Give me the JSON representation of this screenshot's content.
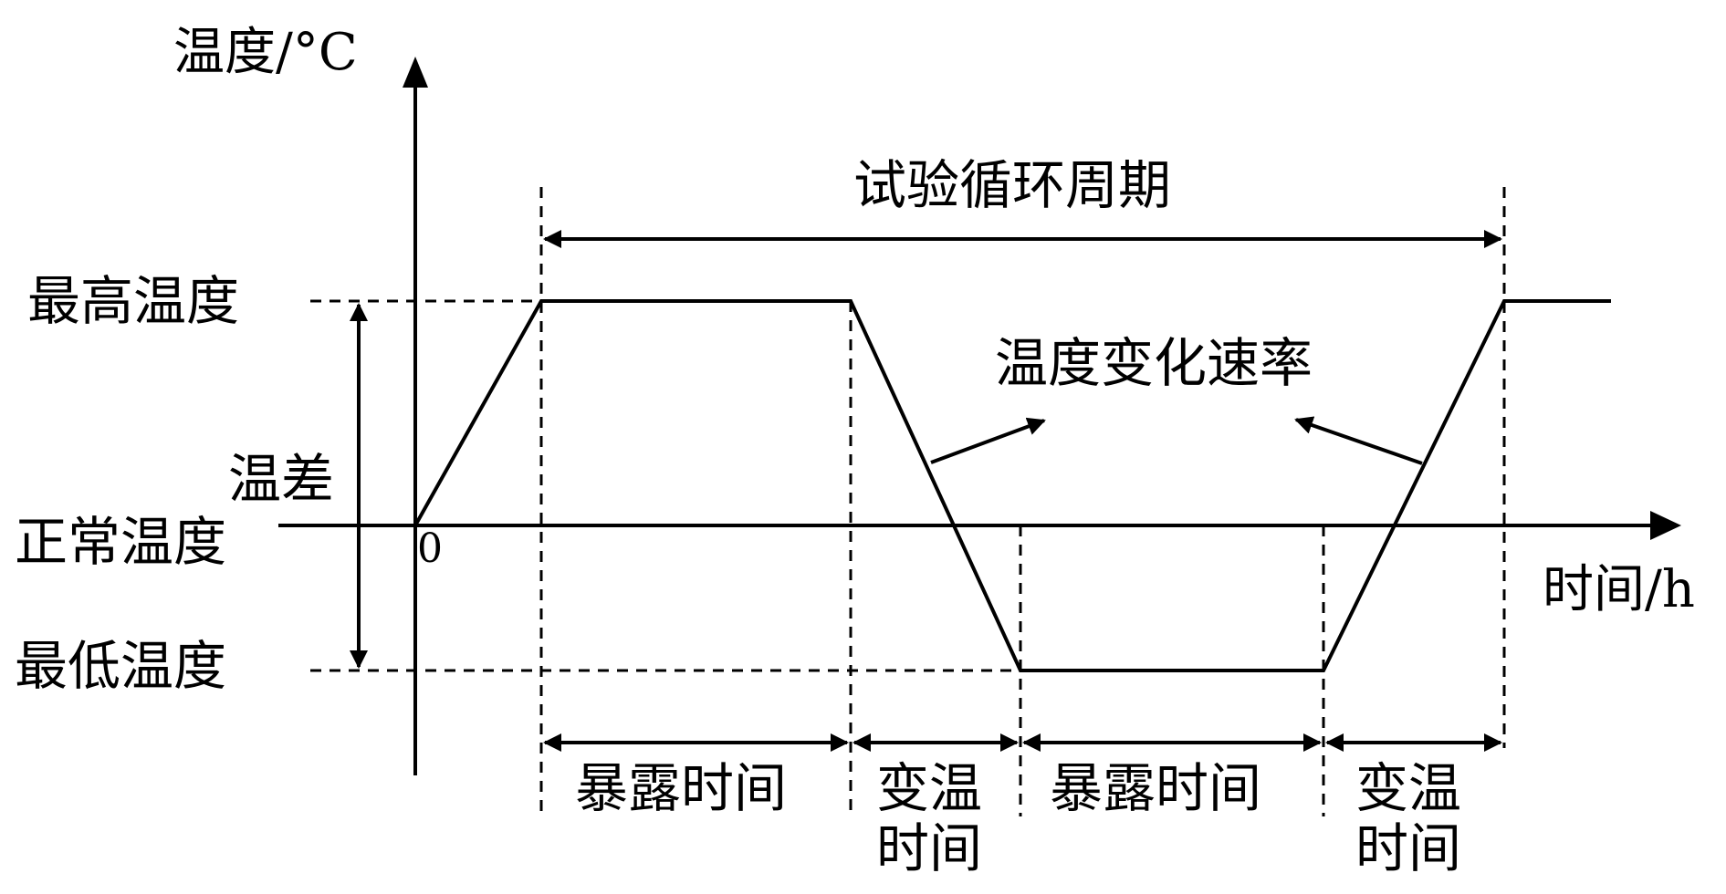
{
  "diagram": {
    "y_axis_label": "温度/°C",
    "x_axis_label": "时间/h",
    "origin_label": "0",
    "levels": {
      "max": "最高温度",
      "normal": "正常温度",
      "min": "最低温度"
    },
    "temp_difference": "温差",
    "cycle_label": "试验循环周期",
    "rate_label": "温度变化速率",
    "segments": {
      "exposure_1": "暴露时间",
      "transition_1_line1": "变温",
      "transition_1_line2": "时间",
      "exposure_2": "暴露时间",
      "transition_2_line1": "变温",
      "transition_2_line2": "时间"
    }
  }
}
